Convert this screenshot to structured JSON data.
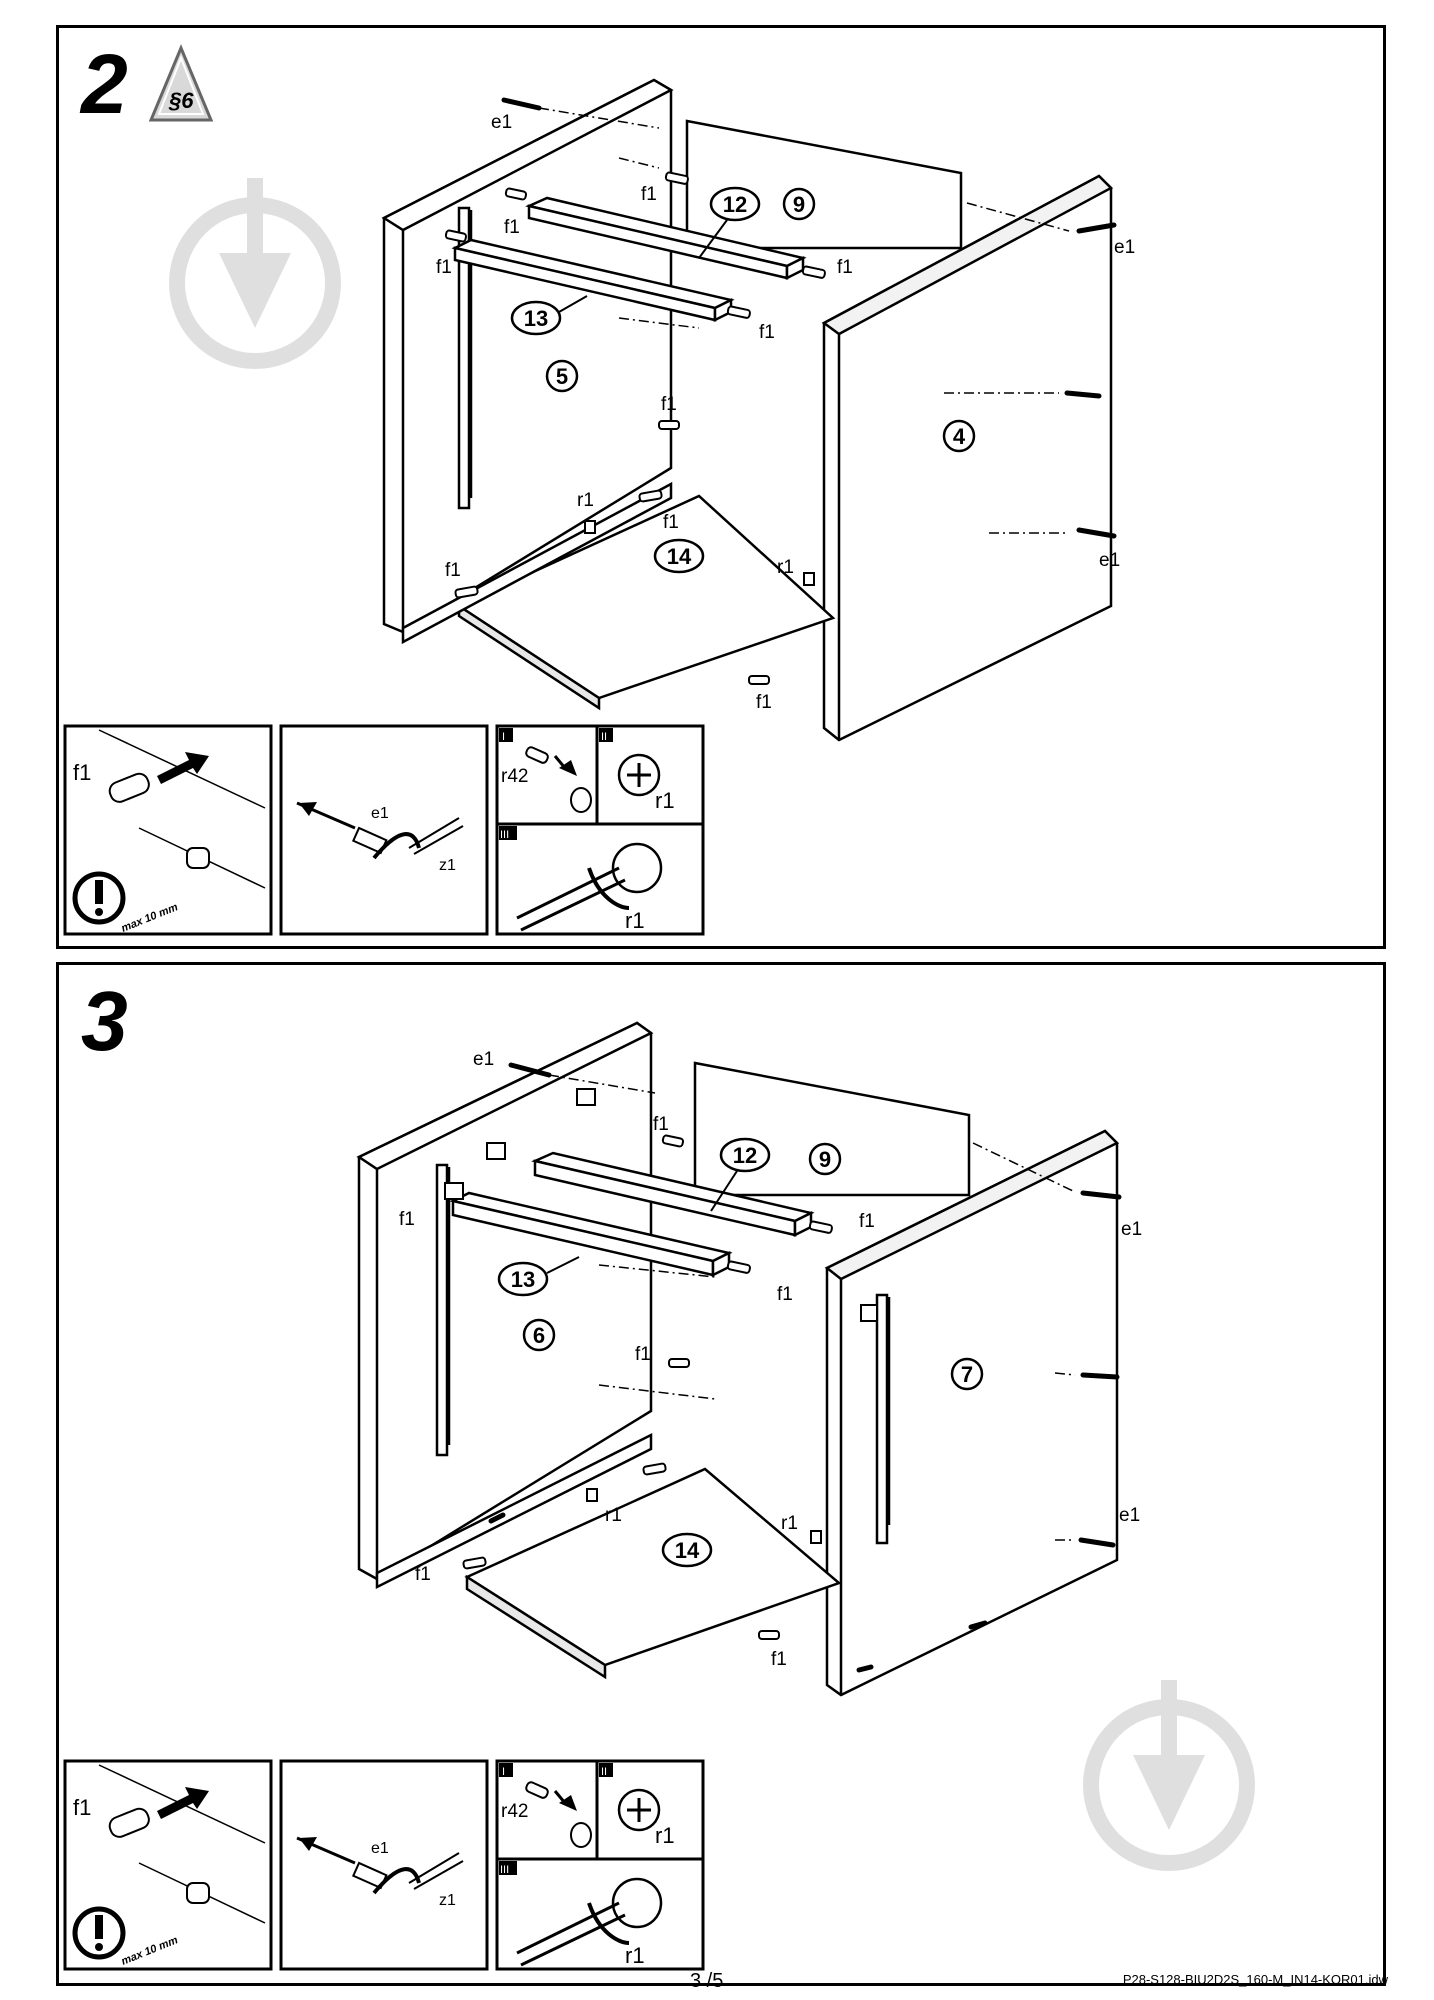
{
  "steps": [
    {
      "number": "2",
      "warning_badge": "§6",
      "panels": {
        "side_left": "5",
        "side_right": "4",
        "back": "9",
        "rail_back": "12",
        "rail_front": "13",
        "bottom": "14"
      },
      "hardware": {
        "screw": "e1",
        "dowel": "f1",
        "cam": "r1"
      },
      "details": {
        "dowel_label": "f1",
        "depth_note": "max 10 mm",
        "screw_label": "e1",
        "tool_label": "z1",
        "pin_label": "r42",
        "cam_label": "r1",
        "sub_steps": [
          "I",
          "II",
          "III"
        ]
      }
    },
    {
      "number": "3",
      "panels": {
        "side_left": "6",
        "side_right": "7",
        "back": "9",
        "rail_back": "12",
        "rail_front": "13",
        "bottom": "14"
      },
      "hardware": {
        "screw": "e1",
        "dowel": "f1",
        "cam": "r1"
      },
      "details": {
        "dowel_label": "f1",
        "depth_note": "max 10 mm",
        "screw_label": "e1",
        "tool_label": "z1",
        "pin_label": "r42",
        "cam_label": "r1",
        "sub_steps": [
          "I",
          "II",
          "III"
        ]
      }
    }
  ],
  "footer": {
    "page": "3 /5",
    "code": "P28-S128-BIU2D2S_160-M_IN14-KOR01.idw"
  }
}
